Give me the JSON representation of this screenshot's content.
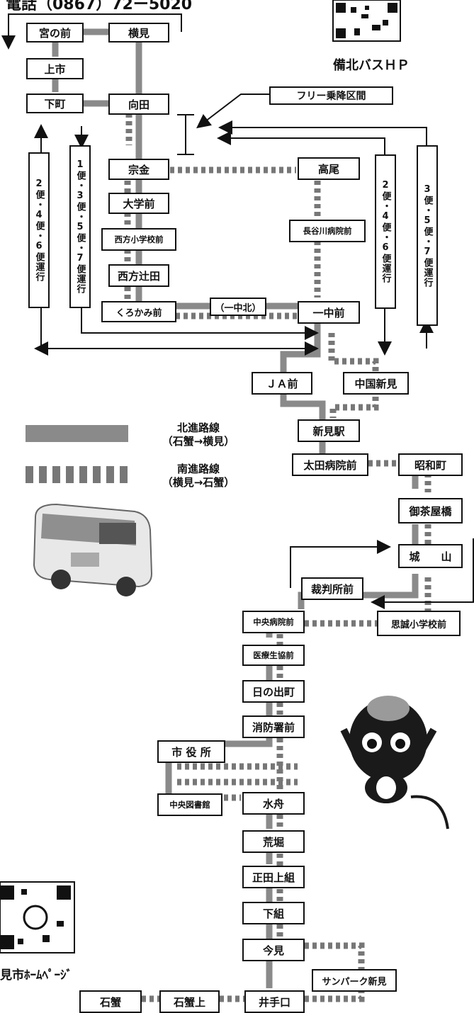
{
  "header": {
    "phone": "電話（0867）72ー5020"
  },
  "qr_bihoku_label": "備北バスＨＰ",
  "qr_city_label": "見市ﾎｰﾑﾍﾟｰｼﾞ",
  "free_zone_label": "フリー乗降区間",
  "stops": {
    "miyanomae": "宮の前",
    "yokomi": "横見",
    "kamiichi": "上市",
    "shimomachi": "下町",
    "mukaida": "向田",
    "munekane": "宗金",
    "takao": "高尾",
    "daigakumae": "大学前",
    "hasegawa": "長谷川病院前",
    "nishikata_sho": "西方小学校前",
    "nishikata_tsuji": "西方辻田",
    "kurokami": "くろかみ前",
    "ichu_kita": "（一中北）",
    "ichumae": "一中前",
    "ja": "ＪＡ前",
    "chugoku_niimi": "中国新見",
    "niimi_eki": "新見駅",
    "ota_byoin": "太田病院前",
    "showa": "昭和町",
    "ochayabashi": "御茶屋橋",
    "joyama": "城　　山",
    "saibansho": "裁判所前",
    "chuo_byoin": "中央病院前",
    "shigi_sho": "思誠小学校前",
    "iryo": "医療生協前",
    "hinode": "日の出町",
    "shobo": "消防署前",
    "shiyakusho": "市 役 所",
    "toshokan": "中央図書館",
    "mizufune": "水舟",
    "arabori": "荒堀",
    "shoda": "正田上組",
    "shimogumi": "下組",
    "imami": "今見",
    "sunpark": "サンパーク新見",
    "ishigane": "石蟹",
    "ishigane_kami": "石蟹上",
    "idoguchi": "井手口"
  },
  "service_notes": {
    "left": "2便・4便・6便運行",
    "mid": "1便・3便・5便・7便運行",
    "right1": "2便・4便・6便運行",
    "right2": "3便・5便・7便運行"
  },
  "legend": {
    "north_line1": "北進路線",
    "north_line2": "（石蟹→横見）",
    "south_line1": "南進路線",
    "south_line2": "（横見→石蟹）"
  },
  "colors": {
    "north": "#8a8a8a",
    "south": "#7a7a7a",
    "box_border": "#111111"
  }
}
